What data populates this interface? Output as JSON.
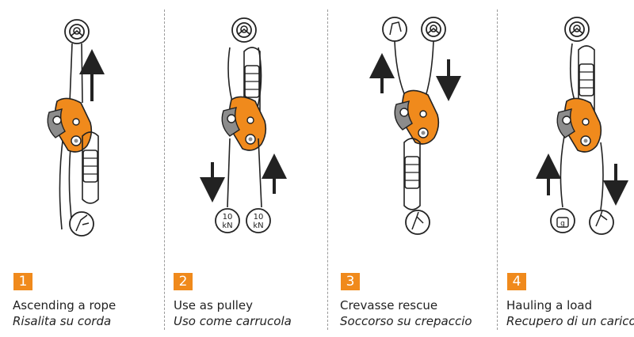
{
  "panels": [
    {
      "number": "1",
      "title": "Ascending a rope",
      "title_it": "Risalita su corda"
    },
    {
      "number": "2",
      "title": "Use as pulley",
      "title_it": "Uso come carrucola"
    },
    {
      "number": "3",
      "title": "Crevasse rescue",
      "title_it": "Soccorso su crepaccio"
    },
    {
      "number": "4",
      "title": "Hauling a load",
      "title_it": "Recupero di un carico"
    }
  ],
  "load_labels": {
    "force_value": "10",
    "force_unit": "kN",
    "weight": "g"
  },
  "colors": {
    "accent": "#f08a1c",
    "device_grey": "#8c8c8c",
    "line": "#222222",
    "divider": "#9a9a9a"
  },
  "icons": [
    "anchor-icon",
    "climber-hand-icon",
    "hand-pull-icon",
    "victim-icon",
    "weight-icon",
    "arrow-up-icon",
    "arrow-down-icon"
  ]
}
